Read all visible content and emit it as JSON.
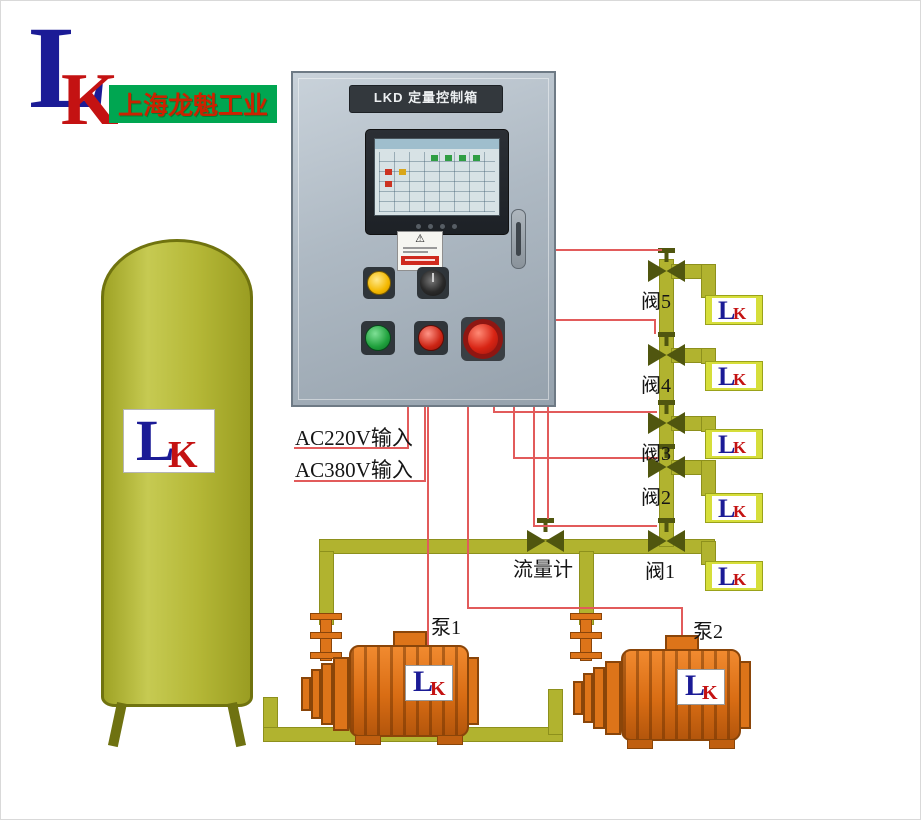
{
  "logo": {
    "l": "L",
    "k": "K"
  },
  "banner": {
    "text": "上海龙魁工业"
  },
  "cabinet": {
    "title": "LKD 定量控制箱",
    "warning_icon": "⚠"
  },
  "power_labels": {
    "ac220": "AC220V输入",
    "ac380": "AC380V输入"
  },
  "equipment": {
    "flow_meter": "流量计",
    "pumps": [
      {
        "label": "泵1"
      },
      {
        "label": "泵2"
      }
    ],
    "valves": [
      {
        "label": "阀5"
      },
      {
        "label": "阀4"
      },
      {
        "label": "阀3"
      },
      {
        "label": "阀2"
      },
      {
        "label": "阀1"
      }
    ]
  },
  "colors": {
    "pipe": "#b1b32f",
    "pipeDark": "#8d901c",
    "valve": "#50560f",
    "wire": "#e25b5b",
    "pump": "#df7317",
    "pumpDark": "#8a4509",
    "bannerGreen": "#00a651",
    "bannerRed": "#cc2200",
    "logoBlue": "#1b1b96",
    "logoRed": "#c41212"
  }
}
